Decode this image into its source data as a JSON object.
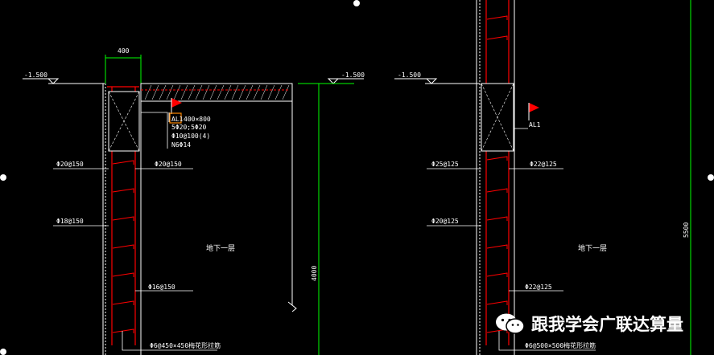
{
  "left_section": {
    "width_dim": "400",
    "elev_left": "-1.500",
    "elev_right": "-1.500",
    "beam_tag": "AL1",
    "beam_size": "400×800",
    "beam_top_bar": "5Φ20;5Φ20",
    "beam_stirrup": "Φ10@100(4)",
    "beam_side_bar": "N6Φ14",
    "bar_top_left": "Φ20@150",
    "bar_top_right": "Φ20@150",
    "bar_mid_left": "Φ18@150",
    "room_label": "地下一层",
    "bar_bottom_right": "Φ16@150",
    "bottom_note": "Φ6@450×450梅花形拉筋",
    "height_dim": "4000"
  },
  "right_section": {
    "elev_left": "-1.500",
    "beam_tag": "AL1",
    "bar_top_left": "Φ25@125",
    "bar_top_right": "Φ22@125",
    "bar_mid_left": "Φ20@125",
    "room_label": "地下一层",
    "bar_bottom_right": "Φ22@125",
    "bottom_note": "Φ6@500×500梅花形拉筋",
    "height_dim": "5500"
  },
  "watermark": {
    "text": "跟我学会广联达算量",
    "icon": "wechat-icon"
  },
  "colors": {
    "background": "#000000",
    "rebar": "#ff0000",
    "dimension": "#00ff00",
    "line": "#ffffff"
  }
}
